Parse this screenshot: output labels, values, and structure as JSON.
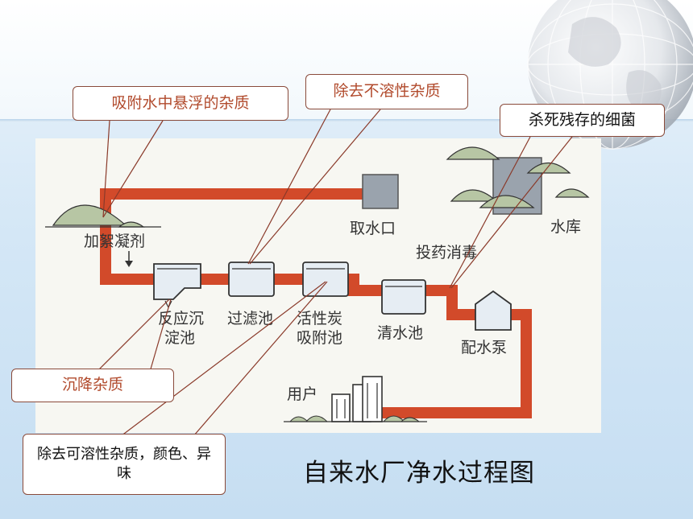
{
  "caption": "自来水厂净水过程图",
  "callouts": {
    "adsorb": "吸附水中悬浮的杂质",
    "insoluble": "除去不溶性杂质",
    "kill": "杀死残存的细菌",
    "settle": "沉降杂质",
    "soluble": "除去可溶性杂质，颜色、异味"
  },
  "diagram": {
    "intake": "取水口",
    "reservoir": "水库",
    "coagulant": "加絮凝剂",
    "disinfect": "投药消毒",
    "sedimentation_1": "反应沉",
    "sedimentation_2": "淀池",
    "filter": "过滤池",
    "carbon_1": "活性炭",
    "carbon_2": "吸附池",
    "clear": "清水池",
    "pump": "配水泵",
    "user": "用户"
  },
  "colors": {
    "pipe": "#d24a2a",
    "callout_text": "#b14a2c",
    "tank_fill": "#e6edf3",
    "bush": "#b7c6a4"
  }
}
